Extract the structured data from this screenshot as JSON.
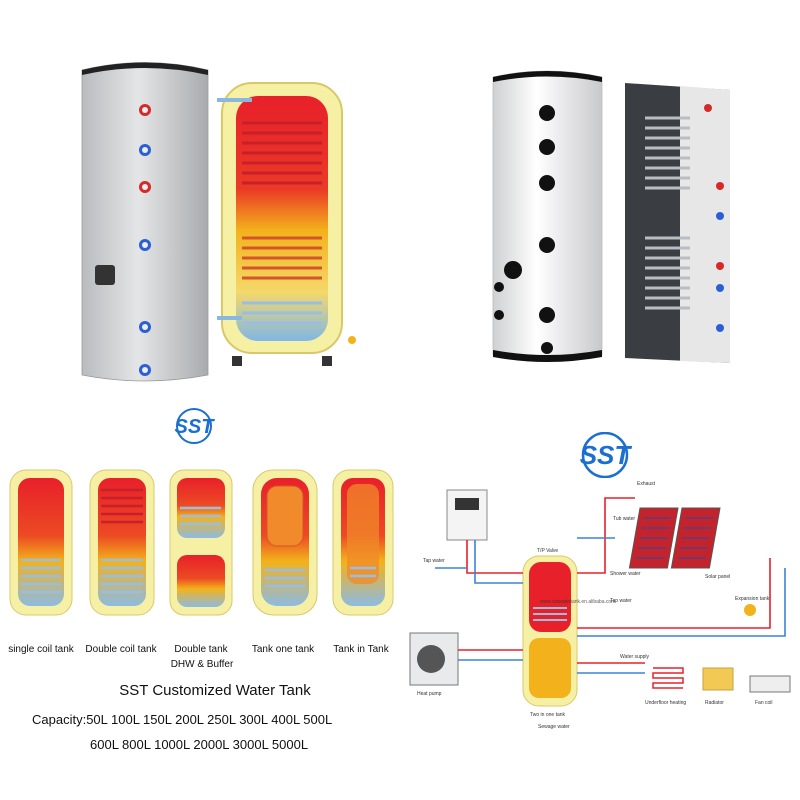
{
  "brand": {
    "logo_text": "SST",
    "colors": {
      "brand_blue": "#1a6fd1",
      "hot": "#e8202a",
      "warm": "#f3b21b",
      "cold": "#3a83d6",
      "tank_yellow": "#f6f0a5"
    }
  },
  "tank_types": [
    {
      "label": "single coil tank"
    },
    {
      "label": "Double coil tank"
    },
    {
      "label": "Double tank",
      "sublabel": "DHW & Buffer"
    },
    {
      "label": "Tank one tank"
    },
    {
      "label": "Tank in Tank"
    }
  ],
  "product_title": "SST Customized Water Tank",
  "capacity": {
    "line1": "Capacity:50L  100L  150L  200L  250L  300L  400L  500L",
    "line2": "600L  800L  1000L   2000L  3000L  5000L"
  },
  "system_diagram": {
    "labels": {
      "exhaust": "Exhaust",
      "tp_valve": "T/P Valve",
      "tub_water": "Tub water",
      "shower_water": "Shower water",
      "tap_water_left": "Tap water",
      "tap_water_mid": "Tap water",
      "solar_panel": "Solar panel",
      "expansion_tank": "Expansion tank",
      "water_supply": "Water supply",
      "heat_pump": "Heat pump",
      "two_in_one_tank": "Two in one tank",
      "sewage_water": "Sewage water",
      "underfloor_heating": "Underfloor heating",
      "radiator": "Radiator",
      "fan_coil": "Fan coil",
      "watermark": "www.sstwatertank.en.alibaba.com"
    }
  }
}
